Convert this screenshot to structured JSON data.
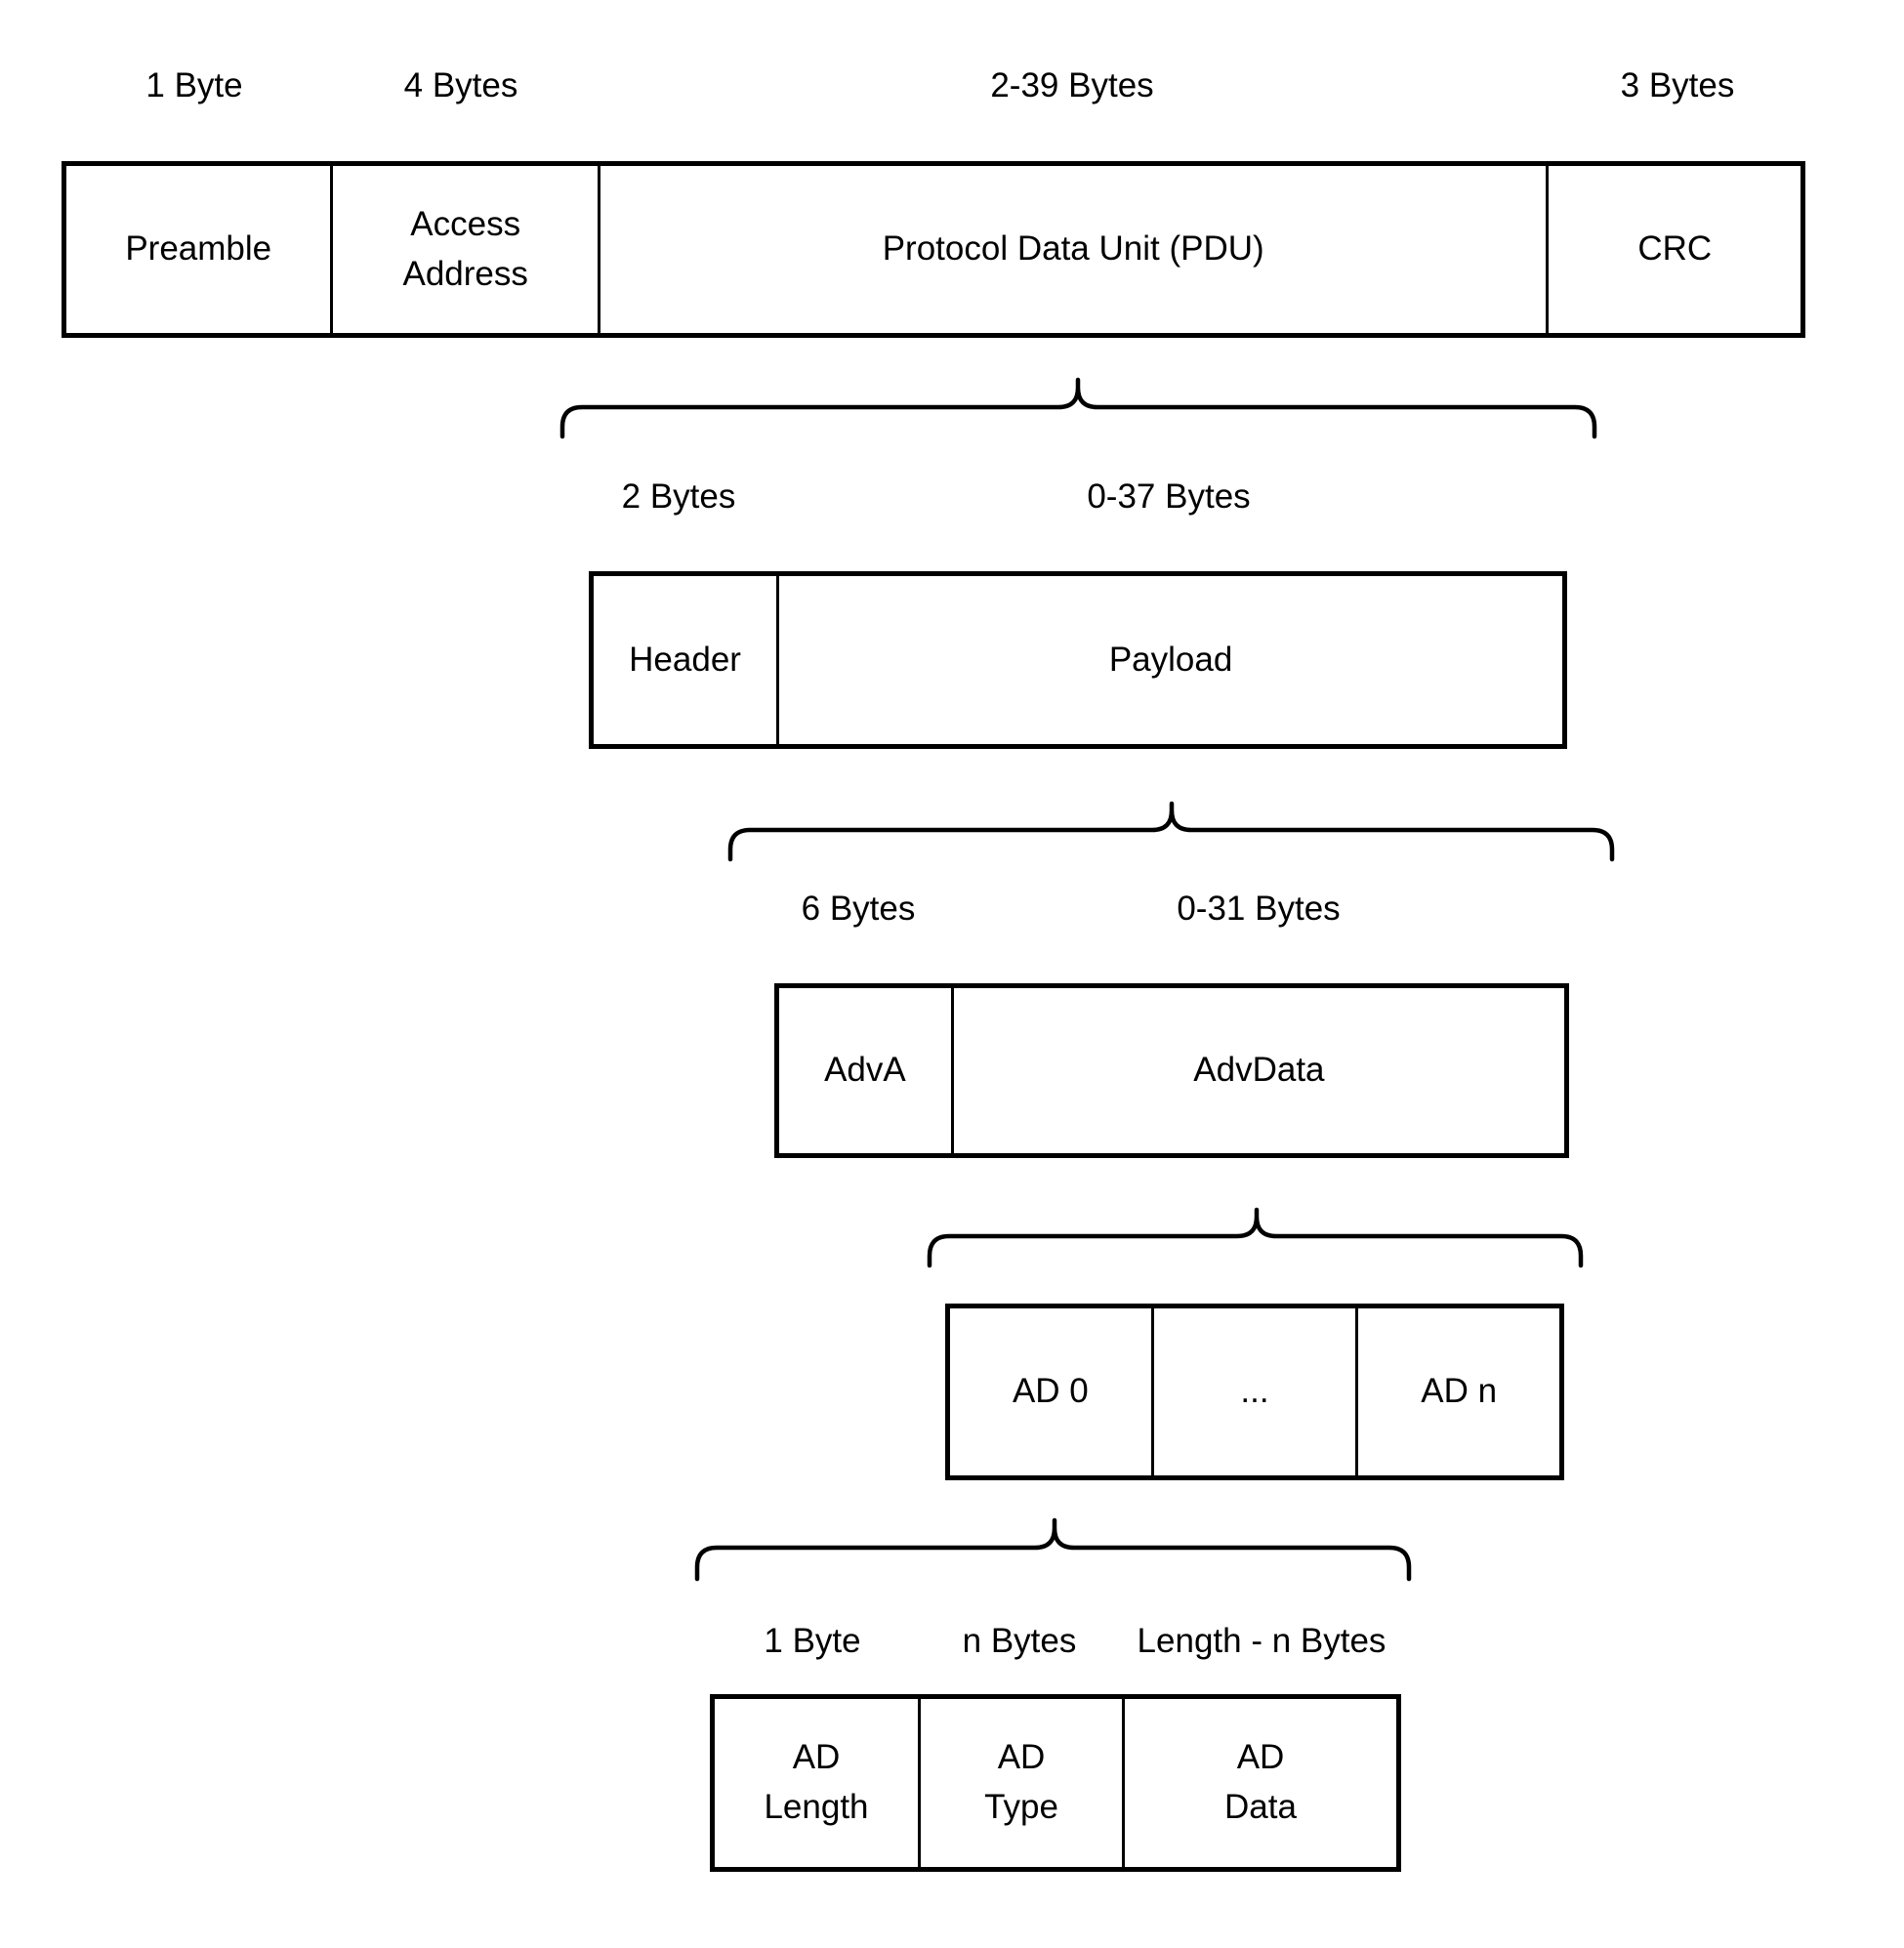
{
  "colors": {
    "stroke": "#000000",
    "background": "#ffffff",
    "text": "#000000"
  },
  "levels": [
    {
      "size_labels": [
        "1 Byte",
        "4 Bytes",
        "2-39 Bytes",
        "3 Bytes"
      ],
      "cells": [
        "Preamble",
        "Access\nAddress",
        "Protocol Data Unit (PDU)",
        "CRC"
      ]
    },
    {
      "size_labels": [
        "2 Bytes",
        "0-37 Bytes"
      ],
      "cells": [
        "Header",
        "Payload"
      ]
    },
    {
      "size_labels": [
        "6 Bytes",
        "0-31 Bytes"
      ],
      "cells": [
        "AdvA",
        "AdvData"
      ]
    },
    {
      "size_labels": [],
      "cells": [
        "AD 0",
        "...",
        "AD n"
      ]
    },
    {
      "size_labels": [
        "1 Byte",
        "n Bytes",
        "Length - n Bytes"
      ],
      "cells": [
        "AD\nLength",
        "AD\nType",
        "AD\nData"
      ]
    }
  ]
}
